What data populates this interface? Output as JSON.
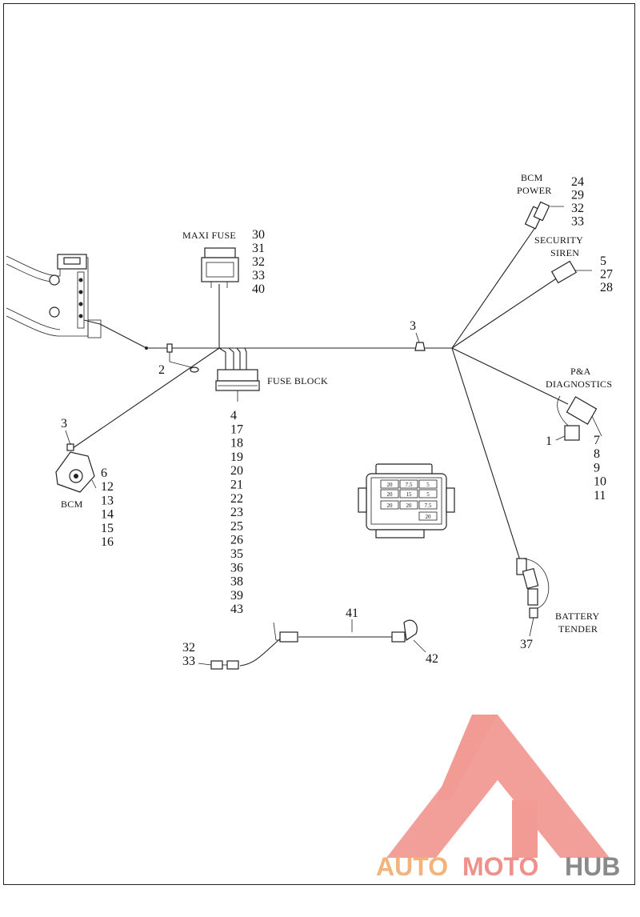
{
  "labels": {
    "bcm_power": [
      "BCM",
      "POWER"
    ],
    "maxi_fuse": "MAXI FUSE",
    "security_siren": [
      "SECURITY",
      "SIREN"
    ],
    "fuse_block": "FUSE BLOCK",
    "bcm": "BCM",
    "pa_diagnostics": [
      "P&A",
      "DIAGNOSTICS"
    ],
    "battery_tender": [
      "BATTERY",
      "TENDER"
    ]
  },
  "callouts": {
    "bcm_power": [
      "24",
      "29",
      "32",
      "33"
    ],
    "maxi_fuse": [
      "30",
      "31",
      "32",
      "33",
      "40"
    ],
    "security_siren": [
      "5",
      "27",
      "28"
    ],
    "fuse_block": [
      "4",
      "17",
      "18",
      "19",
      "20",
      "21",
      "22",
      "23",
      "25",
      "26",
      "35",
      "36",
      "38",
      "39",
      "43"
    ],
    "bcm": [
      "6",
      "12",
      "13",
      "14",
      "15",
      "16"
    ],
    "pa_diagnostics": [
      "7",
      "8",
      "9",
      "10",
      "11"
    ],
    "pa_diag_left": "1",
    "bcm_top": "3",
    "clip_mid": "3",
    "clip_left": "2",
    "battery_tender": "37",
    "harness_top": "41",
    "harness_right": "42",
    "harness_left": [
      "32",
      "33"
    ]
  },
  "fuse_cells": [
    "20",
    "7.5",
    "5",
    "20",
    "15",
    "5",
    "20",
    "20",
    "7.5",
    "20"
  ],
  "logo": {
    "part1": "AUTO",
    "part2": "MOTO",
    "part3": "HUB",
    "colors": {
      "auto": "#f2b37c",
      "moto": "#f0908a",
      "hub": "#8a8a8a",
      "triangle": "#f29a94"
    }
  }
}
